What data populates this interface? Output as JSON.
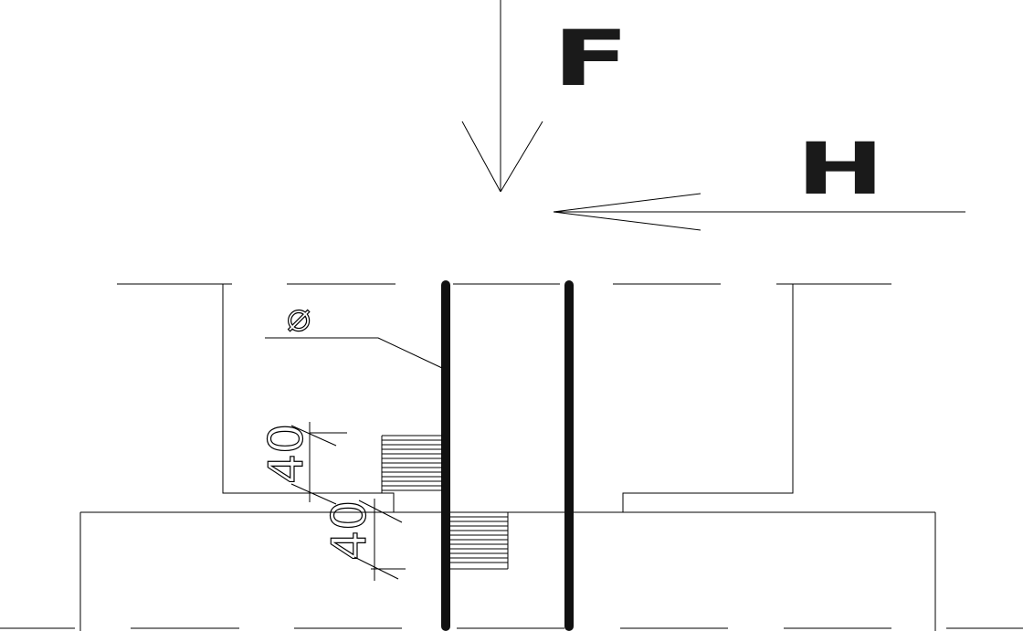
{
  "labels": {
    "force_vertical": "F",
    "force_horizontal": "H",
    "diameter_symbol": "⌀",
    "dimension_upper": "40",
    "dimension_lower": "40"
  }
}
